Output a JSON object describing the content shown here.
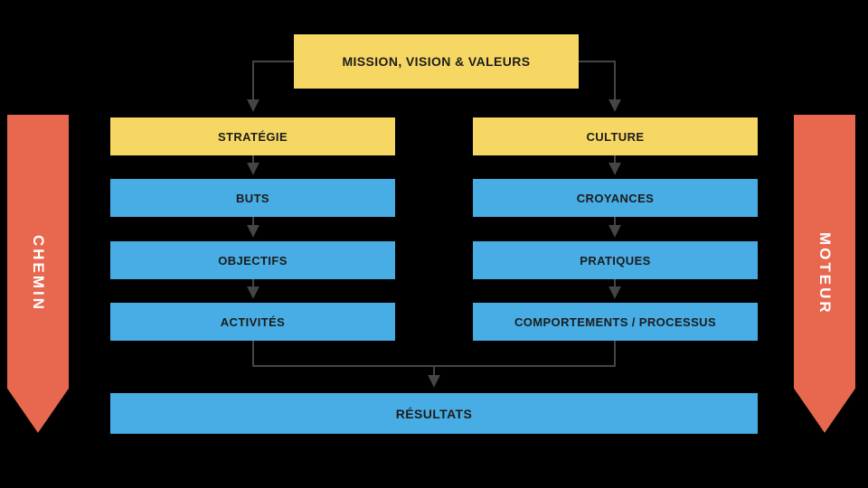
{
  "diagram": {
    "mission": "MISSION, VISION & VALEURS",
    "left_column": {
      "header": "STRATÉGIE",
      "items": [
        "BUTS",
        "OBJECTIFS",
        "ACTIVITÉS"
      ]
    },
    "right_column": {
      "header": "CULTURE",
      "items": [
        "CROYANCES",
        "PRATIQUES",
        "COMPORTEMENTS / PROCESSUS"
      ]
    },
    "results": "RÉSULTATS",
    "left_banner": "CHEMIN",
    "right_banner": "MOTEUR",
    "colors": {
      "yellow": "#F6D763",
      "blue": "#47ADE4",
      "orange_red": "#E8684F",
      "background": "#000000",
      "connector": "#454545",
      "box_text": "#1C1C1C",
      "banner_text": "#FFFFFF"
    }
  }
}
